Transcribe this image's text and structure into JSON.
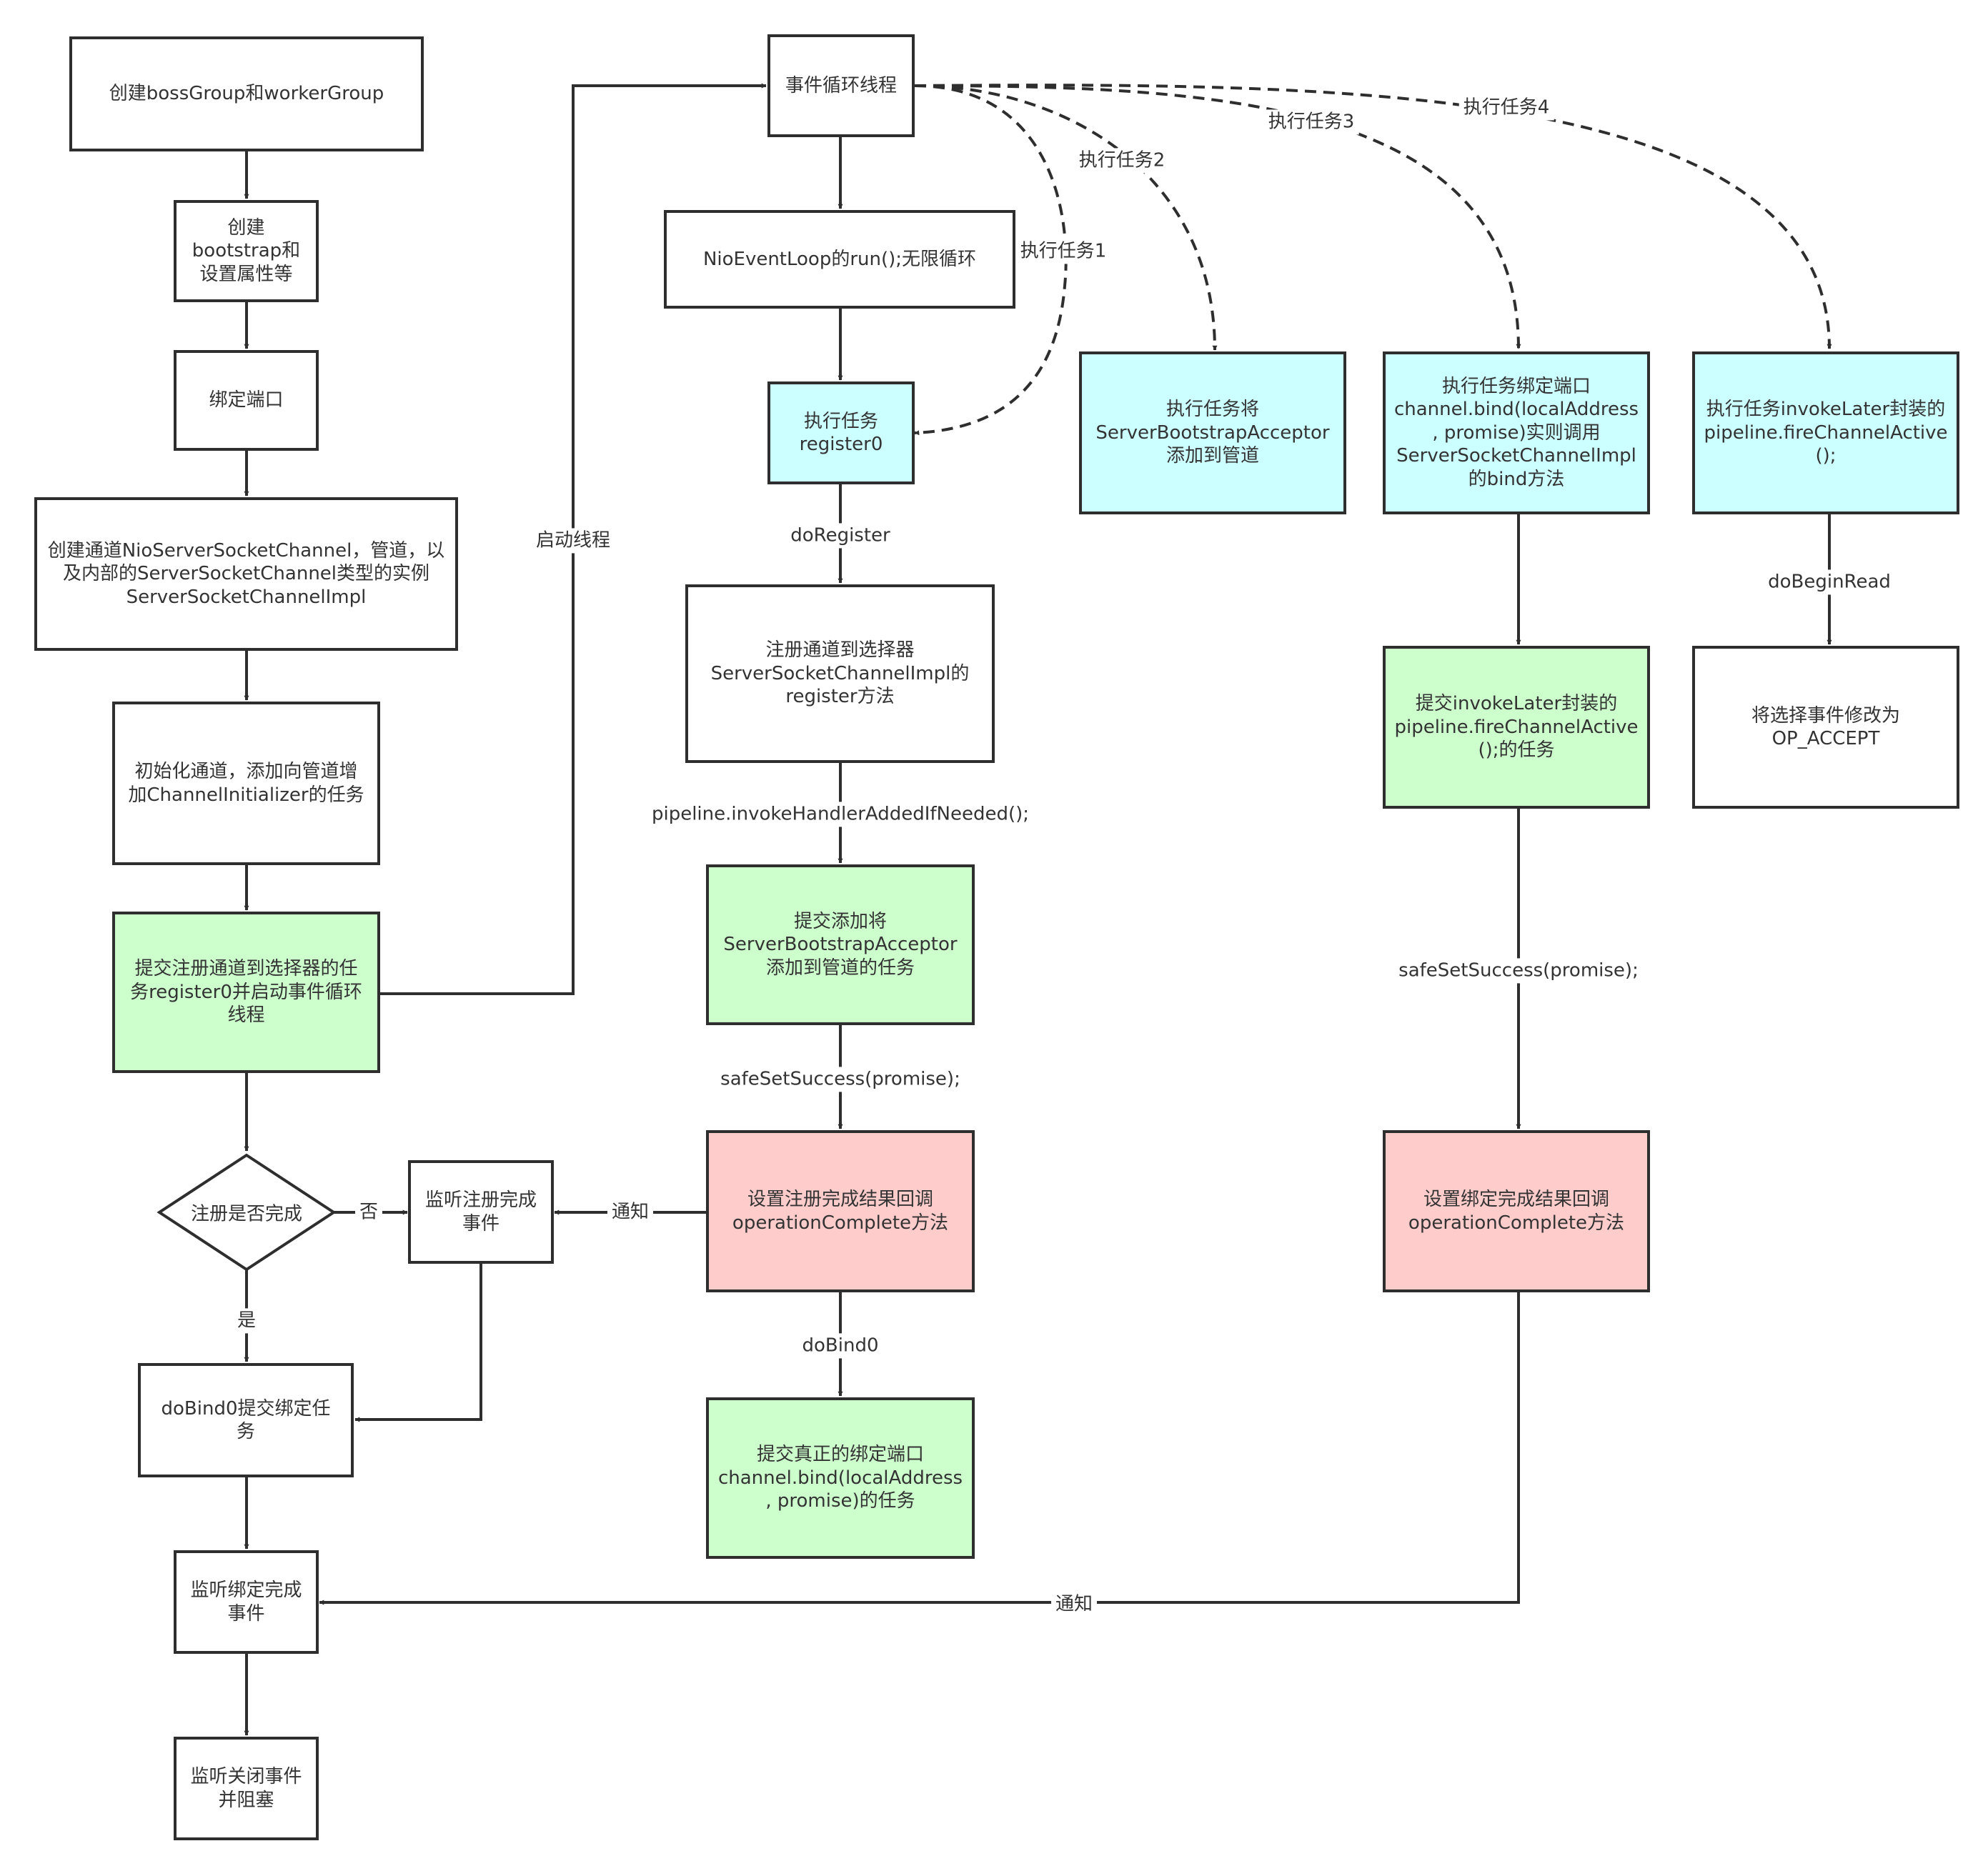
{
  "colors": {
    "line": "#2e2e2e",
    "green": "#ccffcc",
    "cyan": "#ccffff",
    "pink": "#ffcccc",
    "text": "#333333"
  },
  "nodes": {
    "create_groups": "创建bossGroup和workerGroup",
    "create_bootstrap": "创建\nbootstrap和\n设置属性等",
    "bind_port": "绑定端口",
    "create_channel": "创建通道NioServerSocketChannel，管道，以\n及内部的ServerSocketChannel类型的实例\nServerSocketChannelImpl",
    "init_channel": "初始化通道，添加向管道增\n加ChannelInitializer的任务",
    "submit_register": "提交注册通道到选择器的任\n务register0并启动事件循环\n线程",
    "is_registered": "注册是否完成",
    "listen_register": "监听注册完成\n事件",
    "dobind0": "doBind0提交绑定任\n务",
    "listen_bind": "监听绑定完成\n事件",
    "listen_close": "监听关闭事件\n并阻塞",
    "event_loop_thread": "事件循环线程",
    "nio_run": "NioEventLoop的run();无限循环",
    "exec_register0": "执行任务\nregister0",
    "register_selector": "注册通道到选择器\nServerSocketChannelImpl的\nregister方法",
    "submit_add_acceptor": "提交添加将\nServerBootstrapAcceptor\n添加到管道的任务",
    "set_register_result": "设置注册完成结果回调\noperationComplete方法",
    "submit_real_bind": "提交真正的绑定端口\nchannel.bind(localAddress\n, promise)的任务",
    "exec_add_acceptor": "执行任务将\nServerBootstrapAcceptor\n添加到管道",
    "exec_bind_port": "执行任务绑定端口\nchannel.bind(localAddress\n, promise)实则调用\nServerSocketChannelImpl\n的bind方法",
    "exec_invoke_later": "执行任务invokeLater封装的\npipeline.fireChannelActive\n();",
    "submit_invoke_later": "提交invokeLater封装的\npipeline.fireChannelActive\n();的任务",
    "set_bind_result": "设置绑定完成结果回调\noperationComplete方法",
    "set_op_accept": "将选择事件修改为\nOP_ACCEPT"
  },
  "edge_labels": {
    "start_thread": "启动线程",
    "task1": "执行任务1",
    "task2": "执行任务2",
    "task3": "执行任务3",
    "task4": "执行任务4",
    "do_register": "doRegister",
    "invoke_handler": "pipeline.invokeHandlerAddedIfNeeded();",
    "safe_set_success_1": "safeSetSuccess(promise);",
    "safe_set_success_2": "safeSetSuccess(promise);",
    "do_bind0": "doBind0",
    "do_begin_read": "doBeginRead",
    "notify_1": "通知",
    "notify_2": "通知",
    "no": "否",
    "yes": "是"
  }
}
